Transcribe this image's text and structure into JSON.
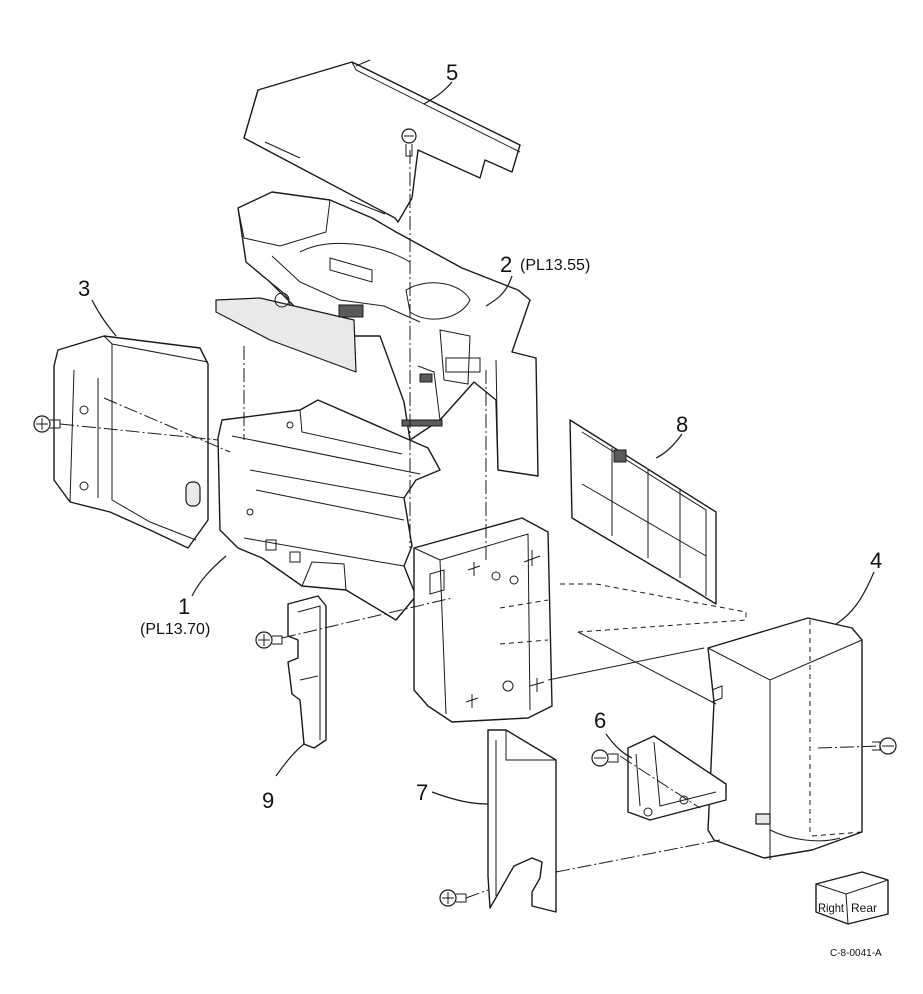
{
  "callouts": [
    {
      "id": "1",
      "number": "1",
      "reference": "(PL13.70)"
    },
    {
      "id": "2",
      "number": "2",
      "reference": "(PL13.55)"
    },
    {
      "id": "3",
      "number": "3",
      "reference": ""
    },
    {
      "id": "4",
      "number": "4",
      "reference": ""
    },
    {
      "id": "5",
      "number": "5",
      "reference": ""
    },
    {
      "id": "6",
      "number": "6",
      "reference": ""
    },
    {
      "id": "7",
      "number": "7",
      "reference": ""
    },
    {
      "id": "8",
      "number": "8",
      "reference": ""
    },
    {
      "id": "9",
      "number": "9",
      "reference": ""
    }
  ],
  "orientation": {
    "right": "Right",
    "rear": "Rear"
  },
  "figure_id": "C-8-0041-A",
  "colors": {
    "line": "#1a1a1a",
    "background": "#ffffff",
    "shade": "#e9e9e9"
  }
}
